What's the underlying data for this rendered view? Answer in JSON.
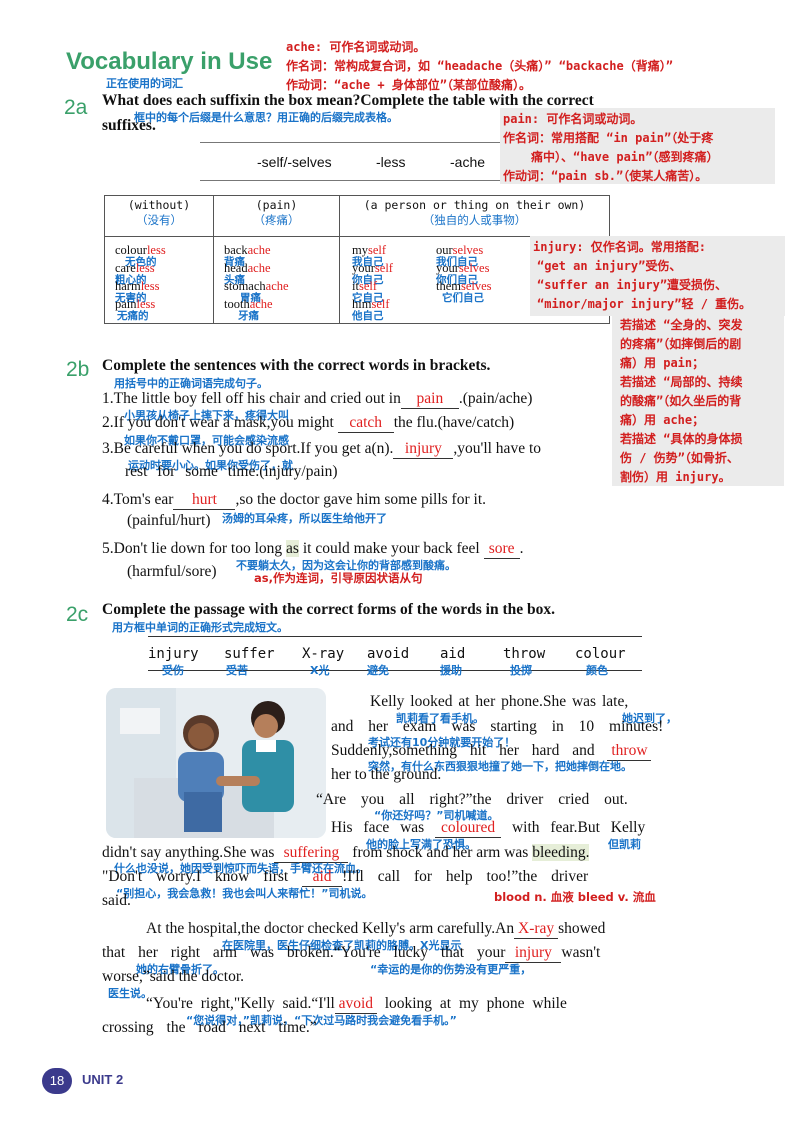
{
  "title": "Vocabulary in Use",
  "title_cn": "正在使用的词汇",
  "note_ache": [
    "ache: 可作名词或动词。",
    "作名词：常构成复合词，如 “headache（头痛）” “backache（背痛）”",
    "作动词：“ache + 身体部位”（某部位酸痛）。"
  ],
  "s2a": {
    "num": "2a",
    "inst1": "What does each suffixin the box mean?Complete the table with the correct",
    "inst2": "suffixes.",
    "inst_cn": "框中的每个后缀是什么意思？用正确的后缀完成表格。",
    "box": [
      "-self/-selves",
      "-less",
      "-ache"
    ],
    "headers": [
      {
        "en": "(without)",
        "cn": "（没有）"
      },
      {
        "en": "(pain)",
        "cn": "（疼痛）"
      },
      {
        "en": "(a person or thing on their own)",
        "cn": "（独自的人或事物）"
      }
    ],
    "col1": [
      {
        "stem": "colour",
        "suf": "less",
        "cn": "无色的"
      },
      {
        "stem": "care",
        "suf": "less",
        "cn": "粗心的"
      },
      {
        "stem": "harm",
        "suf": "less",
        "cn": "无害的"
      },
      {
        "stem": "pain",
        "suf": "less",
        "cn": "无痛的"
      }
    ],
    "col2": [
      {
        "stem": "back",
        "suf": "ache",
        "cn": "背痛"
      },
      {
        "stem": "head",
        "suf": "ache",
        "cn": "头痛"
      },
      {
        "stem": "stomach",
        "suf": "ache",
        "cn": "胃痛"
      },
      {
        "stem": "tooth",
        "suf": "ache",
        "cn": "牙痛"
      }
    ],
    "col3a": [
      {
        "stem": "my",
        "suf": "self",
        "cn": "我自己"
      },
      {
        "stem": "your",
        "suf": "self",
        "cn": "你自己"
      },
      {
        "stem": "it",
        "suf": "self",
        "cn": "它自己"
      },
      {
        "stem": "him",
        "suf": "self",
        "cn": "他自己"
      }
    ],
    "col3b": [
      {
        "stem": "our",
        "suf": "selves",
        "cn": "我们自己"
      },
      {
        "stem": "your",
        "suf": "selves",
        "cn": "你们自己"
      },
      {
        "stem": "them",
        "suf": "selves",
        "cn": "它们自己"
      }
    ]
  },
  "note_pain": [
    "pain: 可作名词或动词。",
    "作名词：常用搭配 “in pain”（处于疼",
    "痛中）、“have pain”（感到疼痛）",
    "作动词：“pain sb.”（使某人痛苦）。"
  ],
  "note_injury": [
    "injury: 仅作名词。常用搭配:",
    "“get an injury”受伤、",
    "“suffer an injury”遭受损伤、",
    "“minor/major injury”轻 / 重伤。"
  ],
  "note_compare": [
    "若描述 “全身的、突发",
    "的疼痛”（如摔倒后的剧",
    "痛）用 pain；",
    "若描述 “局部的、持续",
    "的酸痛”（如久坐后的背",
    "痛）用 ache；",
    "若描述 “具体的身体损",
    "伤 / 伤势”（如骨折、",
    "割伤）用 injury。"
  ],
  "s2b": {
    "num": "2b",
    "inst": "Complete the sentences with the correct words in brackets.",
    "inst_cn": "用括号中的正确词语完成句子。",
    "q1a": "1.The little boy fell off his chair and cried out in",
    "q1ans": "pain",
    "q1b": ".(pain/ache)",
    "q1cn": "小男孩从椅子上摔下来，疼得大叫",
    "q2a": "2.If you don't wear a mask,you might",
    "q2ans": "catch",
    "q2b": "the flu.(have/catch)",
    "q2cn": "如果你不戴口罩，可能会感染流感",
    "q3a": "3.Be careful when you do sport.If you get a(n).",
    "q3ans": "injury",
    "q3b": ",you'll have to",
    "q3c": "rest for some time.(injury/pain)",
    "q3cn": "运动时要小心。如果你受伤了，就",
    "q4a": "4.Tom's ear",
    "q4ans": "hurt",
    "q4b": ",so the doctor gave him some pills for it.",
    "q4c": "(painful/hurt)",
    "q4cn": "汤姆的耳朵疼，所以医生给他开了",
    "q5a": "5.Don't lie down for too long",
    "q5as": "as",
    "q5b": "it could make your back feel",
    "q5ans": "sore",
    "q5c": "(harmful/sore)",
    "q5cn": "不要躺太久，因为这会让你的背部感到酸痛。",
    "q5note": "as,作为连词，引导原因状语从句"
  },
  "s2c": {
    "num": "2c",
    "inst": "Complete the passage with the correct forms of the words in the box.",
    "inst_cn": "用方框中单词的正确形式完成短文。",
    "words": [
      {
        "en": "injury",
        "cn": "受伤"
      },
      {
        "en": "suffer",
        "cn": "受苦"
      },
      {
        "en": "X-ray",
        "cn": "X光"
      },
      {
        "en": "avoid",
        "cn": "避免"
      },
      {
        "en": "aid",
        "cn": "援助"
      },
      {
        "en": "throw",
        "cn": "投掷"
      },
      {
        "en": "colour",
        "cn": "颜色"
      }
    ],
    "p1l1": "Kelly looked at her phone.She was late,",
    "p1c1a": "凯莉看了看手机。",
    "p1c1b": "她迟到了，",
    "p1l2": "and her exam was starting in 10 minutes!",
    "p1c2": "考试还有10分钟就要开始了！",
    "p1l3a": "Suddenly,something hit her hard and",
    "p1ans": "throw",
    "p1l4": "her to the ground.",
    "p1c3": "突然，有什么东西狠狠地撞了她一下，把她摔倒在地。",
    "p2l1": "“Are you all right?”the driver cried out.",
    "p2c1": "“你还好吗？”司机喊道。",
    "p2l2a": "His face was",
    "p2ans1": "coloured",
    "p2l2b": "with fear.But Kelly",
    "p2c2a": "他的脸上写满了恐惧。",
    "p2c2b": "但凯莉",
    "p2l3a": "didn't say anything.She was",
    "p2ans2": "suffering",
    "p2l3b": "from shock and her arm was",
    "p2l3c": "bleeding.",
    "p2c3": "什么也没说，她因受到惊吓而失语，手臂还在流血。",
    "p2l4a": "\"Don't worry.I know first",
    "p2ans3": "aid",
    "p2l4b": "!I'll call for help too!”the driver",
    "p2c4": "“别担心，我会急救！我也会叫人来帮忙！”司机说。",
    "p2l5": "said.",
    "bleed_note": "blood n. 血液 bleed v. 流血",
    "p3l1a": "At the hospital,the doctor checked Kelly's arm carefully.An",
    "p3ans1": "X-ray",
    "p3l1b": "showed",
    "p3c1": "在医院里，医生仔细检查了凯莉的胳膊。X光显示",
    "p3l2a": "that her right arm was broken.“You're lucky that your",
    "p3ans2": "injury",
    "p3l2b": "wasn't",
    "p3c2a": "她的右臂骨折了。",
    "p3c2b": "“幸运的是你的伤势没有更严重，",
    "p3l3": "worse,”said the doctor.",
    "p3c3": "医生说。",
    "p4l1a": "“You're right,\"Kelly said.“I'll",
    "p4ans": "avoid",
    "p4l1b": "looking at my phone while",
    "p4c1": "“您说得对，”凯莉说，“下次过马路时我会避免看手机。”",
    "p4l2": "crossing the road next time.”"
  },
  "footer": {
    "page": "18",
    "unit": "UNIT 2"
  },
  "colors": {
    "accent": "#3aa06a",
    "answer": "#e02020",
    "annotation": "#1a73c8",
    "badge": "#3b3a8c"
  }
}
